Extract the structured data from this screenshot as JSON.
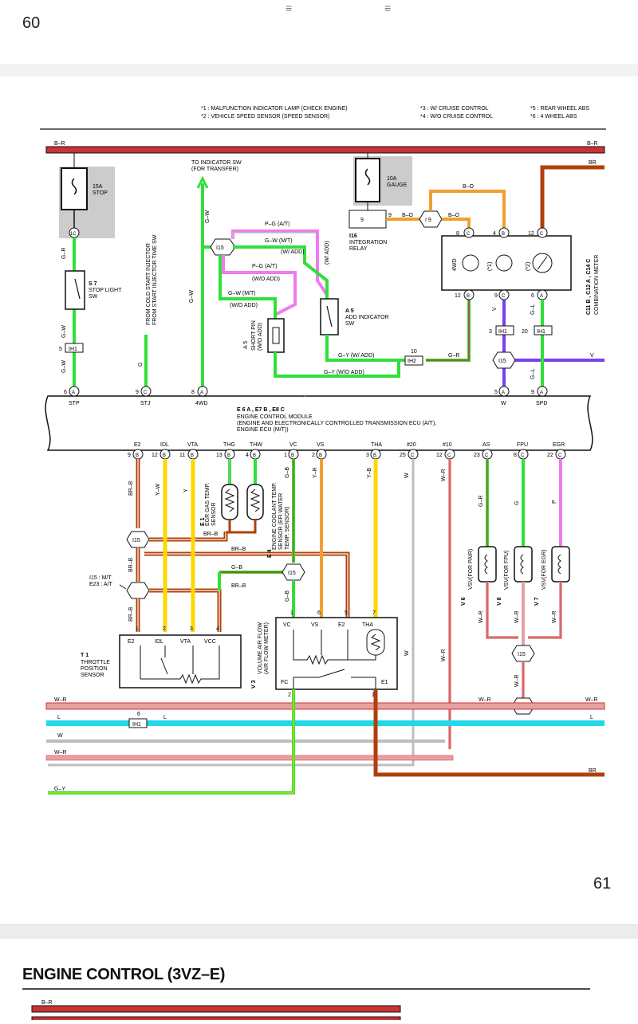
{
  "page": {
    "left_number": "60",
    "right_number": "61",
    "next_title": "ENGINE CONTROL (3VZ–E)",
    "handle_glyph": "≡"
  },
  "legend": {
    "n1": "*1 : MALFUNCTION INDICATOR LAMP (CHECK ENGINE)",
    "n2": "*2 : VEHICLE SPEED SENSOR (SPEED SENSOR)",
    "n3": "*3 : W/ CRUISE CONTROL",
    "n4": "*4 : W/O CRUISE CONTROL",
    "n5": "*5 : REAR WHEEL ABS",
    "n6": "*6 : 4 WHEEL ABS"
  },
  "colors": {
    "br_r": "#c83434",
    "w_r": "#e8a0a0",
    "green": "#2fe03a",
    "yellow": "#ffd800",
    "cyan": "#1fd8e8",
    "violet": "#7a3ff0",
    "brown": "#b0400a",
    "orange": "#f0a030",
    "pink": "#f07af0",
    "grey": "#bdbdbd",
    "fuse_bg": "#cccccc"
  },
  "wires": {
    "b_r": "B–R",
    "w_r": "W–R",
    "l": "L",
    "w": "W",
    "g_y": "G–Y",
    "br": "BR",
    "b_o": "B–O",
    "g_r": "G–R",
    "g_w": "G–W",
    "g": "G",
    "p_g_at": "P–G   (A/T)",
    "g_w_mt": "G–W   (M/T)",
    "w_add": "(W/ ADD)",
    "wo_add": "(W/O ADD)",
    "g_y_wadd": "G–Y   (W/ ADD)",
    "g_y_woadd": "G–Y   (W/O ADD)",
    "v": "V",
    "g_l": "G–L",
    "br_b": "BR–B",
    "y_w": "Y–W",
    "y": "Y",
    "g_l2": "G–L",
    "g_b": "G–B",
    "y_r": "Y–R",
    "y_b": "Y–B",
    "w_r2": "W–R",
    "p": "P"
  },
  "components": {
    "stop_fuse": "15A\nSTOP",
    "gauge_fuse": "10A\nGAUGE",
    "s7": "S 7",
    "s7_name": "STOP LIGHT\nSW",
    "to_indicator": "TO INDICATOR SW\n(FOR TRANSFER)",
    "cold_start": "FROM COLD START INJECTOR\nFROM START INJECTOR TIME SW",
    "i16": "I16",
    "i16_name": "INTEGRATION\nRELAY",
    "a5": "A 5",
    "a5_name": "ADD INDICATOR\nSW",
    "a5_short": "A 5",
    "short_pin": "SHORT PIN\n(W/O ADD)",
    "meter_ids": "C11 B , C12 A , C14 C",
    "meter_name": "COMBINATION METER",
    "star1": "(*1)",
    "star2": "(*2)",
    "fourwd": "4WD",
    "ecm_ids": "E 6 A , E7 B , E8 C",
    "ecm_name1": "ENGINE CONTROL MODULE",
    "ecm_name2": "(ENGINE AND ELECTRONICALLY CONTROLLED TRANSMISSION ECU (A/T),",
    "ecm_name3": "ENGINE ECU (M/T))",
    "e1": "E 1",
    "e1_name": "EGR GAS TEMP.\nSENSOR",
    "e4": "E 4",
    "e4_name": "ENGINE COOLANT TEMP.\nSENSOR (EFI WATER\nTEMP. SENSOR)",
    "t1": "T 1",
    "t1_name": "THROTTLE\nPOSITION\nSENSOR",
    "v3": "V 3",
    "v3_name": "VOLUME AIR FLOW\n(AIR FLOW METER)",
    "v6": "V 6",
    "v6_name": "VSV(FOR PAIR)",
    "v8": "V 8",
    "v8_name": "VSV(FOR FPU)",
    "v7": "V 7",
    "v7_name": "VSV(FOR EGR)",
    "i15_note": "I15 : M/T\nE23 : A/T"
  },
  "ecm_terminals_top": [
    "STP",
    "STJ",
    "4WD",
    "W",
    "SPD"
  ],
  "ecm_terminals_bottom": [
    "E2",
    "IDL",
    "VTA",
    "THG",
    "THW",
    "VC",
    "VS",
    "THA",
    "#20",
    "#10",
    "AS",
    "FPU",
    "EGR"
  ],
  "connectors": {
    "i15": "I15",
    "ih1": "IH1",
    "ih2": "IH2",
    "i9": "I 9"
  },
  "sensor_terms": {
    "t1": [
      "E2",
      "IDL",
      "VTA",
      "VCC"
    ],
    "v3": [
      "VC",
      "VS",
      "E2",
      "THA",
      "FC",
      "E1"
    ]
  }
}
